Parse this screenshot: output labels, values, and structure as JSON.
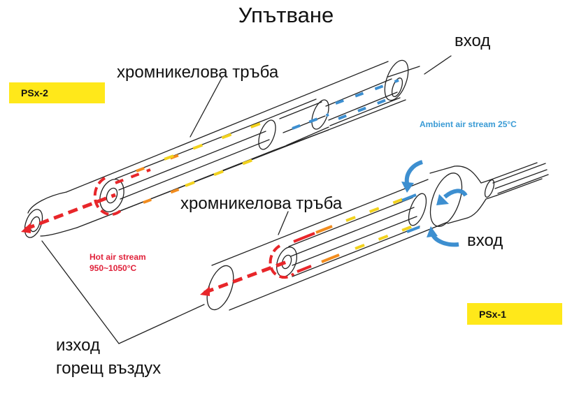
{
  "title": "Упътване",
  "labels": {
    "inlet_top": "вход",
    "inlet_bottom": "вход",
    "tube_top": "хромникелова тръба",
    "tube_bottom": "хромникелова тръба",
    "outlet_line1": "изход",
    "outlet_line2": "горещ въздух"
  },
  "tags": {
    "psx2": "PSx-2",
    "psx1": "PSx-1"
  },
  "air": {
    "ambient": "Ambient air stream 25°C",
    "hot_line1": "Hot air stream",
    "hot_line2": "950~1050°C"
  },
  "colors": {
    "hot": "#e8262a",
    "warm": "#f28c1e",
    "mild": "#f2d21e",
    "cool": "#3d8fd0",
    "tag_bg": "#ffe81a",
    "ambient_text": "#3a9bd5",
    "hot_text": "#e0213a"
  }
}
